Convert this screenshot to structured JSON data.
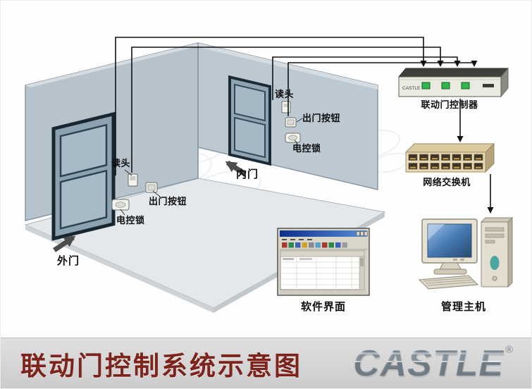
{
  "diagram": {
    "outer_door": {
      "reader": "读头",
      "exit_button": "出门按钮",
      "lock": "电控锁",
      "name": "外门"
    },
    "inner_door": {
      "reader": "读头",
      "exit_button": "出门按钮",
      "lock": "电控锁",
      "name": "内门"
    },
    "controller_label": "联动门控制器",
    "switch_label": "网络交换机",
    "software_label": "软件界面",
    "host_label": "管理主机",
    "controller_brand": "CASTLE"
  },
  "footer": {
    "title": "联动门控制系统示意图",
    "logo_text": "CASTLE",
    "registered_mark": "®"
  },
  "colors": {
    "wall": "#b6c3cd",
    "floor": "#e4e8eb",
    "wire": "#121212",
    "led_green": "#2eb84a",
    "screen_blue": "#4679b2",
    "footer_bg": "#d6d6d6",
    "title_red": "#7c231b",
    "logo_gray": "#8e99a4"
  }
}
